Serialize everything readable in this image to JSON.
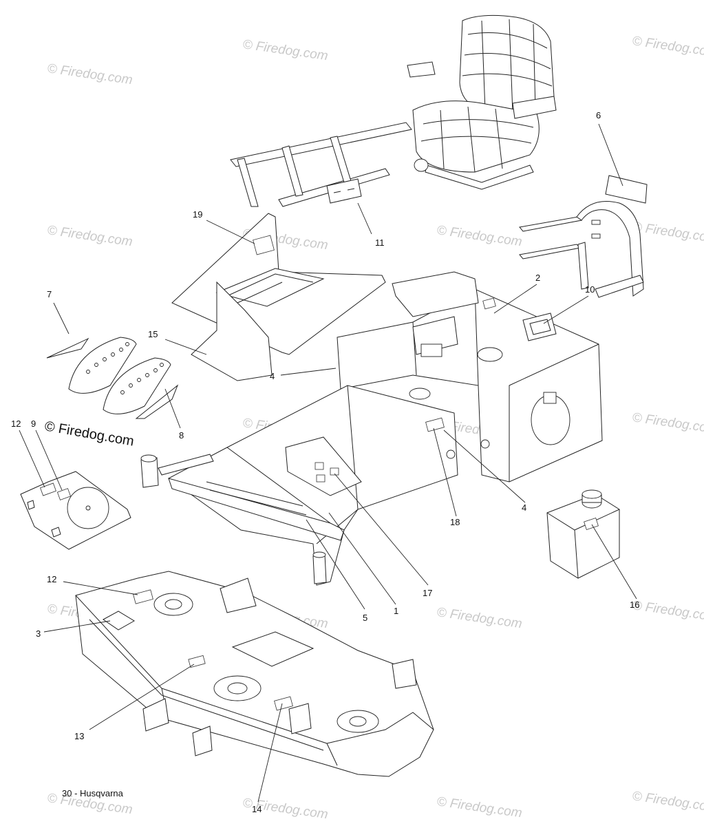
{
  "watermark": {
    "text": "© Firedog.com",
    "center_text": "© Firedog.com"
  },
  "footer": {
    "text": "30 - Husqvarna"
  },
  "callouts": {
    "c1": "1",
    "c2": "2",
    "c3": "3",
    "c4a": "4",
    "c4b": "4",
    "c5": "5",
    "c6": "6",
    "c7": "7",
    "c8": "8",
    "c9": "9",
    "c10": "10",
    "c11": "11",
    "c12a": "12",
    "c12b": "12",
    "c13": "13",
    "c14": "14",
    "c15": "15",
    "c16": "16",
    "c17": "17",
    "c18": "18",
    "c19": "19"
  },
  "icons": {
    "seat": "seat-icon",
    "bracket": "seat-bracket-icon",
    "fuel_tank": "fuel-tank-icon",
    "mower_deck": "mower-deck-icon"
  }
}
